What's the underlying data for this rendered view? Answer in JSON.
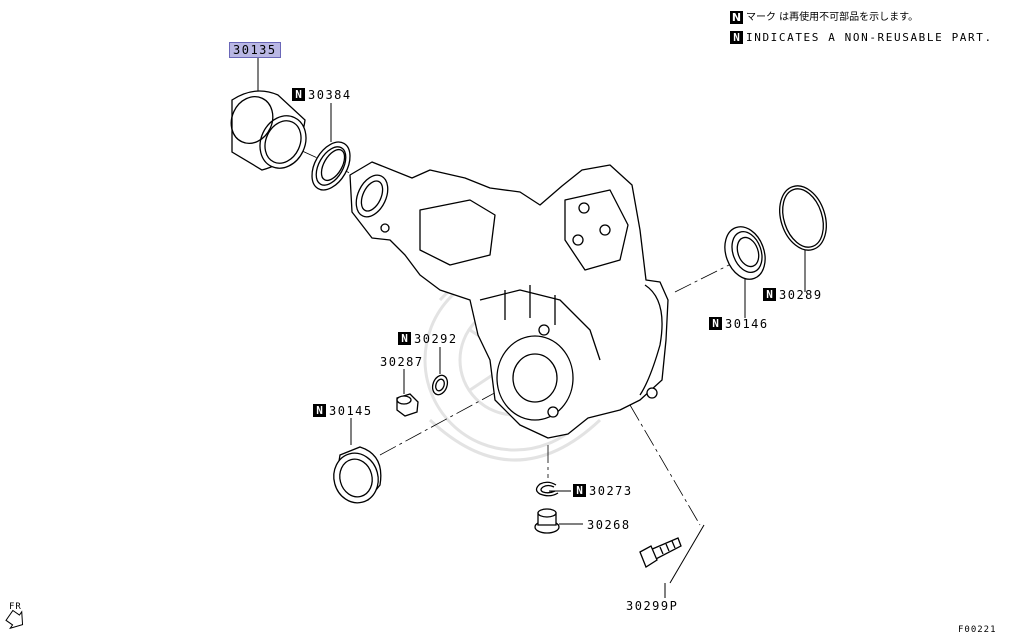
{
  "legend": {
    "marker": "N",
    "line_jp": "マーク は再使用不可部品を示します。",
    "line_en": "INDICATES A NON-REUSABLE PART."
  },
  "parts": [
    {
      "code": "30135",
      "non_reusable": false,
      "highlighted": true
    },
    {
      "code": "30384",
      "non_reusable": true
    },
    {
      "code": "30289",
      "non_reusable": true
    },
    {
      "code": "30146",
      "non_reusable": true
    },
    {
      "code": "30292",
      "non_reusable": true
    },
    {
      "code": "30287",
      "non_reusable": false
    },
    {
      "code": "30145",
      "non_reusable": true
    },
    {
      "code": "30273",
      "non_reusable": true
    },
    {
      "code": "30268",
      "non_reusable": false
    },
    {
      "code": "30299P",
      "non_reusable": false
    }
  ],
  "footer": {
    "direction": "FR",
    "figure_id": "F00221"
  },
  "colors": {
    "highlight": "#b9b7e4",
    "line": "#000000"
  }
}
